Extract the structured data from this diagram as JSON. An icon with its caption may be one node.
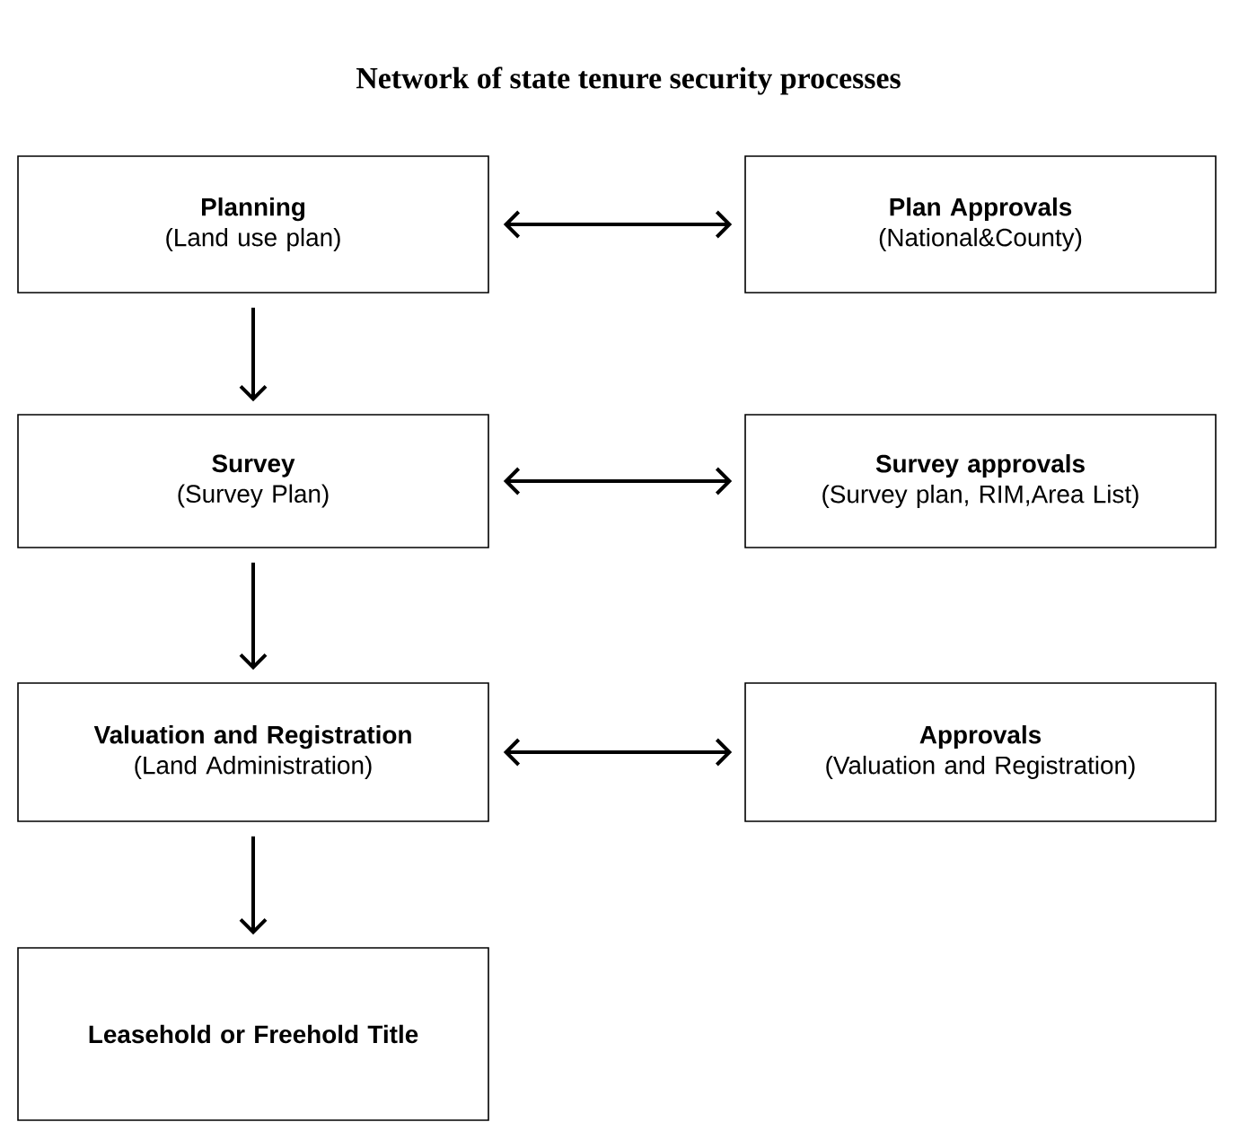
{
  "diagram": {
    "title": "Network of state tenure security processes",
    "nodes": [
      {
        "text": [
          "Planning",
          "(Land use plan)"
        ]
      },
      {
        "text": [
          "Plan Approvals",
          "(National&County)"
        ]
      },
      {
        "text": [
          "Survey",
          "(Survey Plan)"
        ]
      },
      {
        "text": [
          "Survey approvals",
          "(Survey plan, RIM,Area List)"
        ]
      },
      {
        "text": [
          "Valuation and Registration",
          "(Land Administration)"
        ]
      },
      {
        "text": [
          "Approvals",
          "(Valuation and Registration)"
        ]
      },
      {
        "text": [
          "Leasehold or Freehold Title"
        ]
      }
    ],
    "edges": [
      {
        "from": 0,
        "to": 1,
        "arrow": "both"
      },
      {
        "from": 0,
        "to": 2,
        "arrow": "to"
      },
      {
        "from": 2,
        "to": 3,
        "arrow": "both"
      },
      {
        "from": 2,
        "to": 4,
        "arrow": "to"
      },
      {
        "from": 4,
        "to": 5,
        "arrow": "both"
      },
      {
        "from": 4,
        "to": 6,
        "arrow": "to"
      }
    ]
  }
}
